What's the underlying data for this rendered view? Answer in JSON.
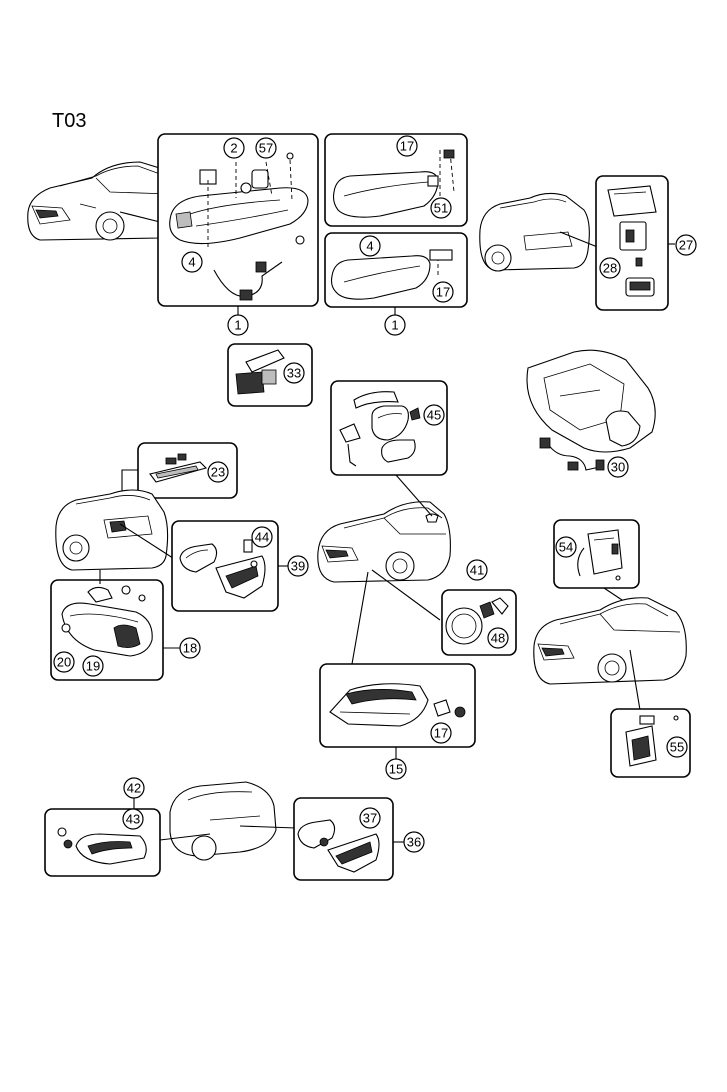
{
  "page_code": "T03",
  "callouts": {
    "c1a": "1",
    "c1b": "1",
    "c2": "2",
    "c57": "57",
    "c4a": "4",
    "c17a": "17",
    "c51": "51",
    "c4b": "4",
    "c17b": "17",
    "c27": "27",
    "c28": "28",
    "c33": "33",
    "c45": "45",
    "c30": "30",
    "c23": "23",
    "c44": "44",
    "c39": "39",
    "c18": "18",
    "c20": "20",
    "c19": "19",
    "c41": "41",
    "c48": "48",
    "c54": "54",
    "c17c": "17",
    "c15": "15",
    "c55": "55",
    "c42": "42",
    "c43": "43",
    "c37": "37",
    "c36": "36"
  }
}
